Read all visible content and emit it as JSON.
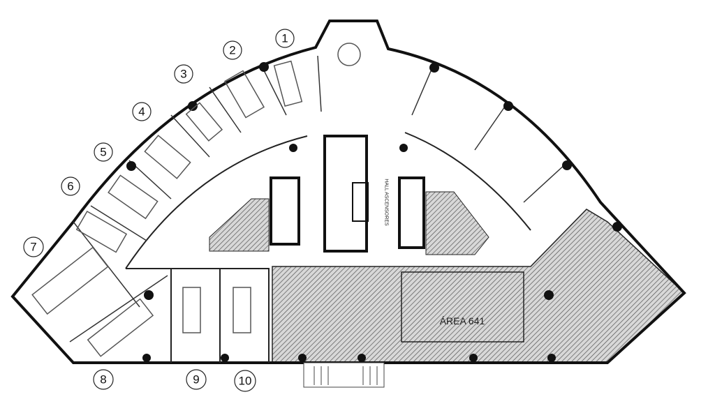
{
  "title": "Floor plan",
  "rooms": [
    {
      "number": "1"
    },
    {
      "number": "2"
    },
    {
      "number": "3"
    },
    {
      "number": "4"
    },
    {
      "number": "5"
    },
    {
      "number": "6"
    },
    {
      "number": "7"
    },
    {
      "number": "8"
    },
    {
      "number": "9"
    },
    {
      "number": "10"
    }
  ],
  "labels": {
    "area": "ÁREA 641",
    "hall": "HALL ASCENSORES"
  },
  "colors": {
    "wall": "#111111",
    "hatch": "#555555",
    "background": "#ffffff"
  }
}
